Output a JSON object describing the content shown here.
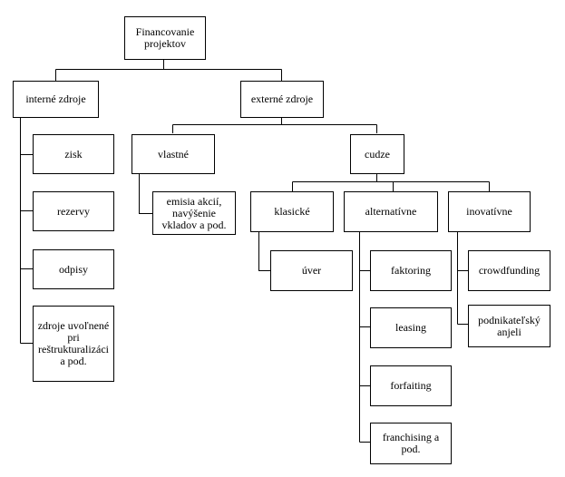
{
  "diagram": {
    "root": "Financovanie projektov",
    "internal": {
      "label": "interné zdroje",
      "items": [
        "zisk",
        "rezervy",
        "odpisy",
        "zdroje uvoľnené pri reštrukturalizáci a pod."
      ]
    },
    "external": {
      "label": "externé zdroje",
      "own": {
        "label": "vlastné",
        "items": [
          "emisia akcií, navýšenie vkladov a pod."
        ]
      },
      "foreign": {
        "label": "cudze",
        "classic": {
          "label": "klasické",
          "items": [
            "úver"
          ]
        },
        "alternative": {
          "label": "alternatívne",
          "items": [
            "faktoring",
            "leasing",
            "forfaiting",
            "franchising a pod."
          ]
        },
        "innovative": {
          "label": "inovatívne",
          "items": [
            "crowdfunding",
            "podnikateľský anjeli"
          ]
        }
      }
    }
  }
}
